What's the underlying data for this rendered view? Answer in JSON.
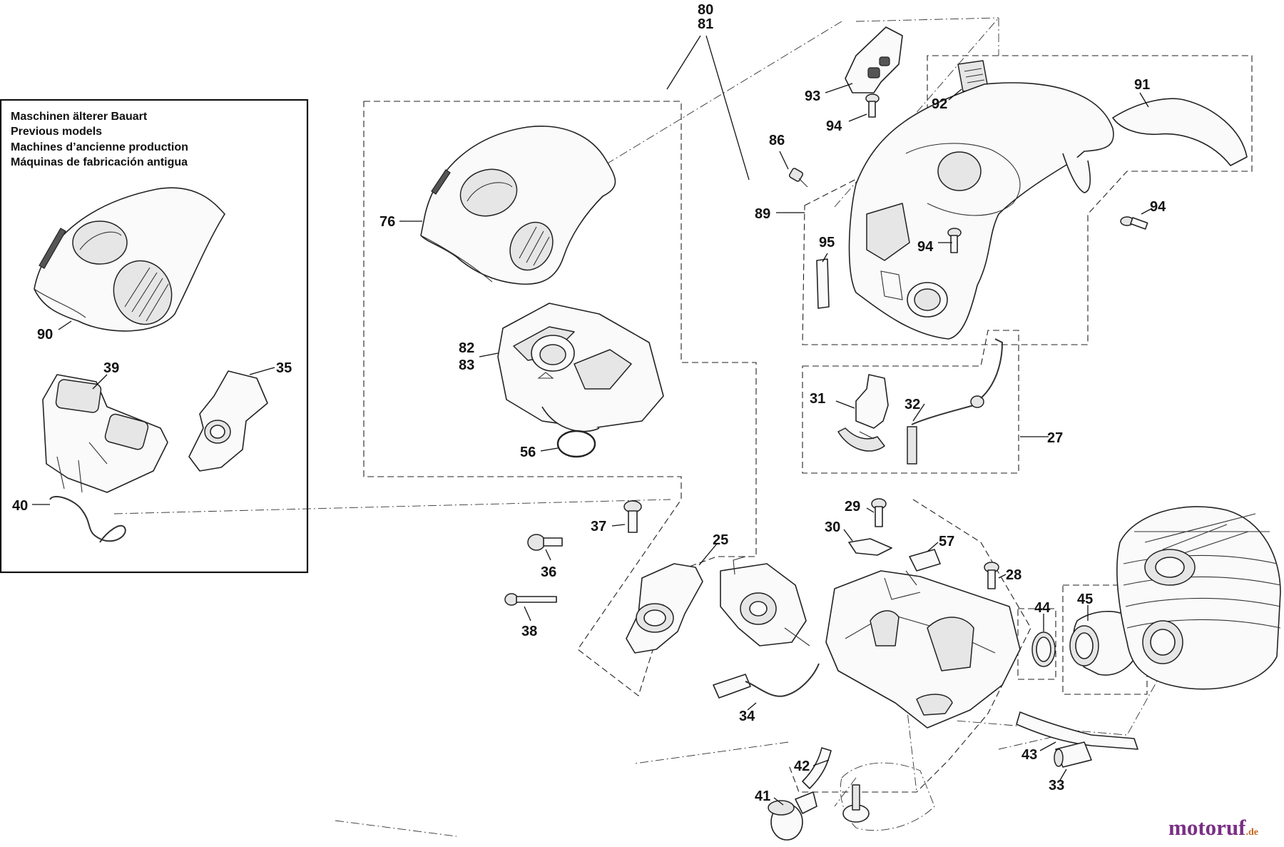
{
  "inset": {
    "lines": [
      "Maschinen älterer Bauart",
      "Previous models",
      "Machines d’ancienne production",
      "Máquinas de fabricación antigua"
    ]
  },
  "labels": {
    "p80": "80",
    "p81": "81",
    "p76": "76",
    "p82": "82",
    "p83": "83",
    "p56": "56",
    "p89": "89",
    "p86": "86",
    "p93": "93",
    "p94a": "94",
    "p92": "92",
    "p91": "91",
    "p94b": "94",
    "p94c": "94",
    "p95": "95",
    "p90": "90",
    "p39": "39",
    "p35": "35",
    "p40": "40",
    "p31": "31",
    "p32": "32",
    "p27": "27",
    "p29": "29",
    "p30": "30",
    "p57": "57",
    "p28": "28",
    "p37": "37",
    "p25": "25",
    "p36": "36",
    "p38": "38",
    "p44": "44",
    "p45": "45",
    "p34": "34",
    "p42": "42",
    "p41": "41",
    "p43": "43",
    "p33": "33"
  },
  "brand": {
    "name": "motoruf",
    "tld": ".de"
  }
}
